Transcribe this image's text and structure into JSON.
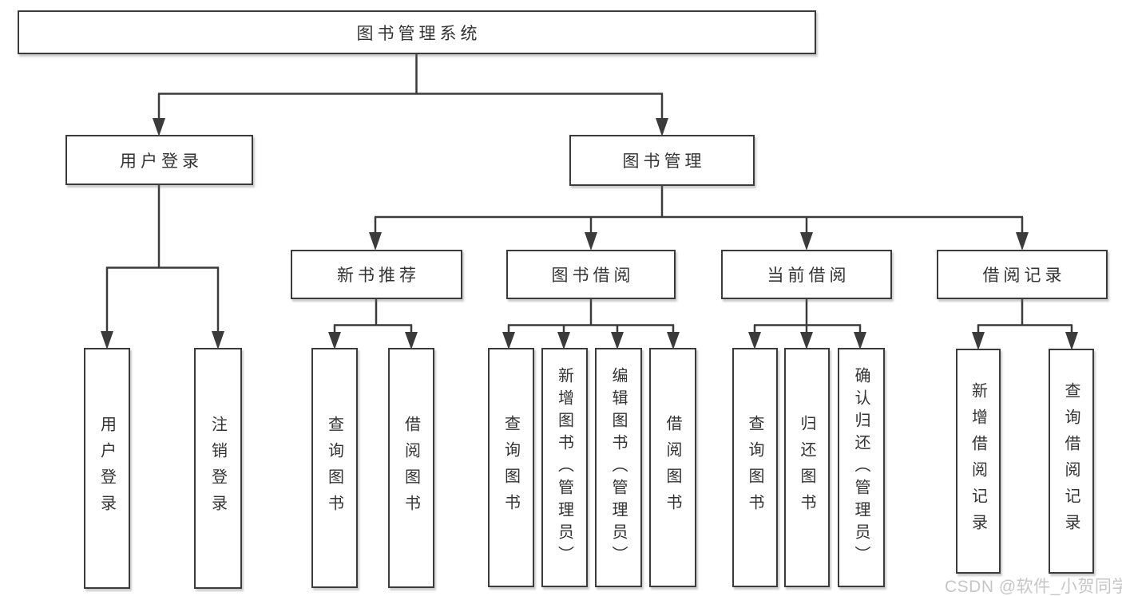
{
  "diagram": {
    "nodes": {
      "root": "图书管理系统",
      "level2": [
        "用户登录",
        "图书管理"
      ],
      "level3": [
        "新书推荐",
        "图书借阅",
        "当前借阅",
        "借阅记录"
      ],
      "leaves": [
        "用户登录",
        "注销登录",
        "查询图书",
        "借阅图书",
        "查询图书",
        "新增图书（管理员）",
        "编辑图书（管理员）",
        "借阅图书",
        "查询图书",
        "归还图书",
        "确认归还（管理员）",
        "新增借阅记录",
        "查询借阅记录"
      ]
    },
    "hierarchy": {
      "图书管理系统": {
        "用户登录": [
          "用户登录",
          "注销登录"
        ],
        "图书管理": {
          "新书推荐": [
            "查询图书",
            "借阅图书"
          ],
          "图书借阅": [
            "查询图书",
            "新增图书（管理员）",
            "编辑图书（管理员）",
            "借阅图书"
          ],
          "当前借阅": [
            "查询图书",
            "归还图书",
            "确认归还（管理员）"
          ],
          "借阅记录": [
            "新增借阅记录",
            "查询借阅记录"
          ]
        }
      }
    },
    "watermark": "CSDN @软件_小贺同学"
  },
  "colors": {
    "line": "#3b3b3b",
    "text": "#333333",
    "watermark": "#c6c6c6",
    "background": "#ffffff"
  }
}
